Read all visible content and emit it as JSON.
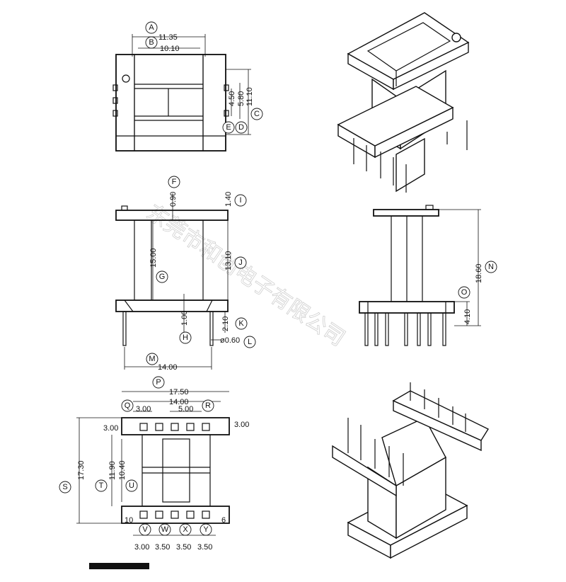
{
  "dimensions": {
    "A": "11.35",
    "B": "10.10",
    "C": "11.10",
    "D": "5.80",
    "E": "4.50",
    "F": "0.90",
    "G": "15.00",
    "H": "1.00",
    "I": "1.40",
    "J": "13.10",
    "K": "2.10",
    "L": "ø0.60",
    "M": "14.00",
    "N": "18.60",
    "O": "4.10",
    "P": "17.50",
    "Q": "3.00",
    "R": "5.00",
    "P2": "14.00",
    "S": "17.30",
    "T": "11.90",
    "U": "10.40",
    "side_left": "3.00",
    "side_right": "3.00",
    "V": "3.00",
    "W": "3.50",
    "X": "3.50",
    "Y": "3.50"
  },
  "callouts": [
    "A",
    "B",
    "C",
    "D",
    "E",
    "F",
    "G",
    "H",
    "I",
    "J",
    "K",
    "L",
    "M",
    "N",
    "O",
    "P",
    "Q",
    "R",
    "S",
    "T",
    "U",
    "V",
    "W",
    "X",
    "Y"
  ],
  "pin_marks": {
    "left": "10",
    "right": "6"
  },
  "watermark": "东莞市和创电子有限公司"
}
